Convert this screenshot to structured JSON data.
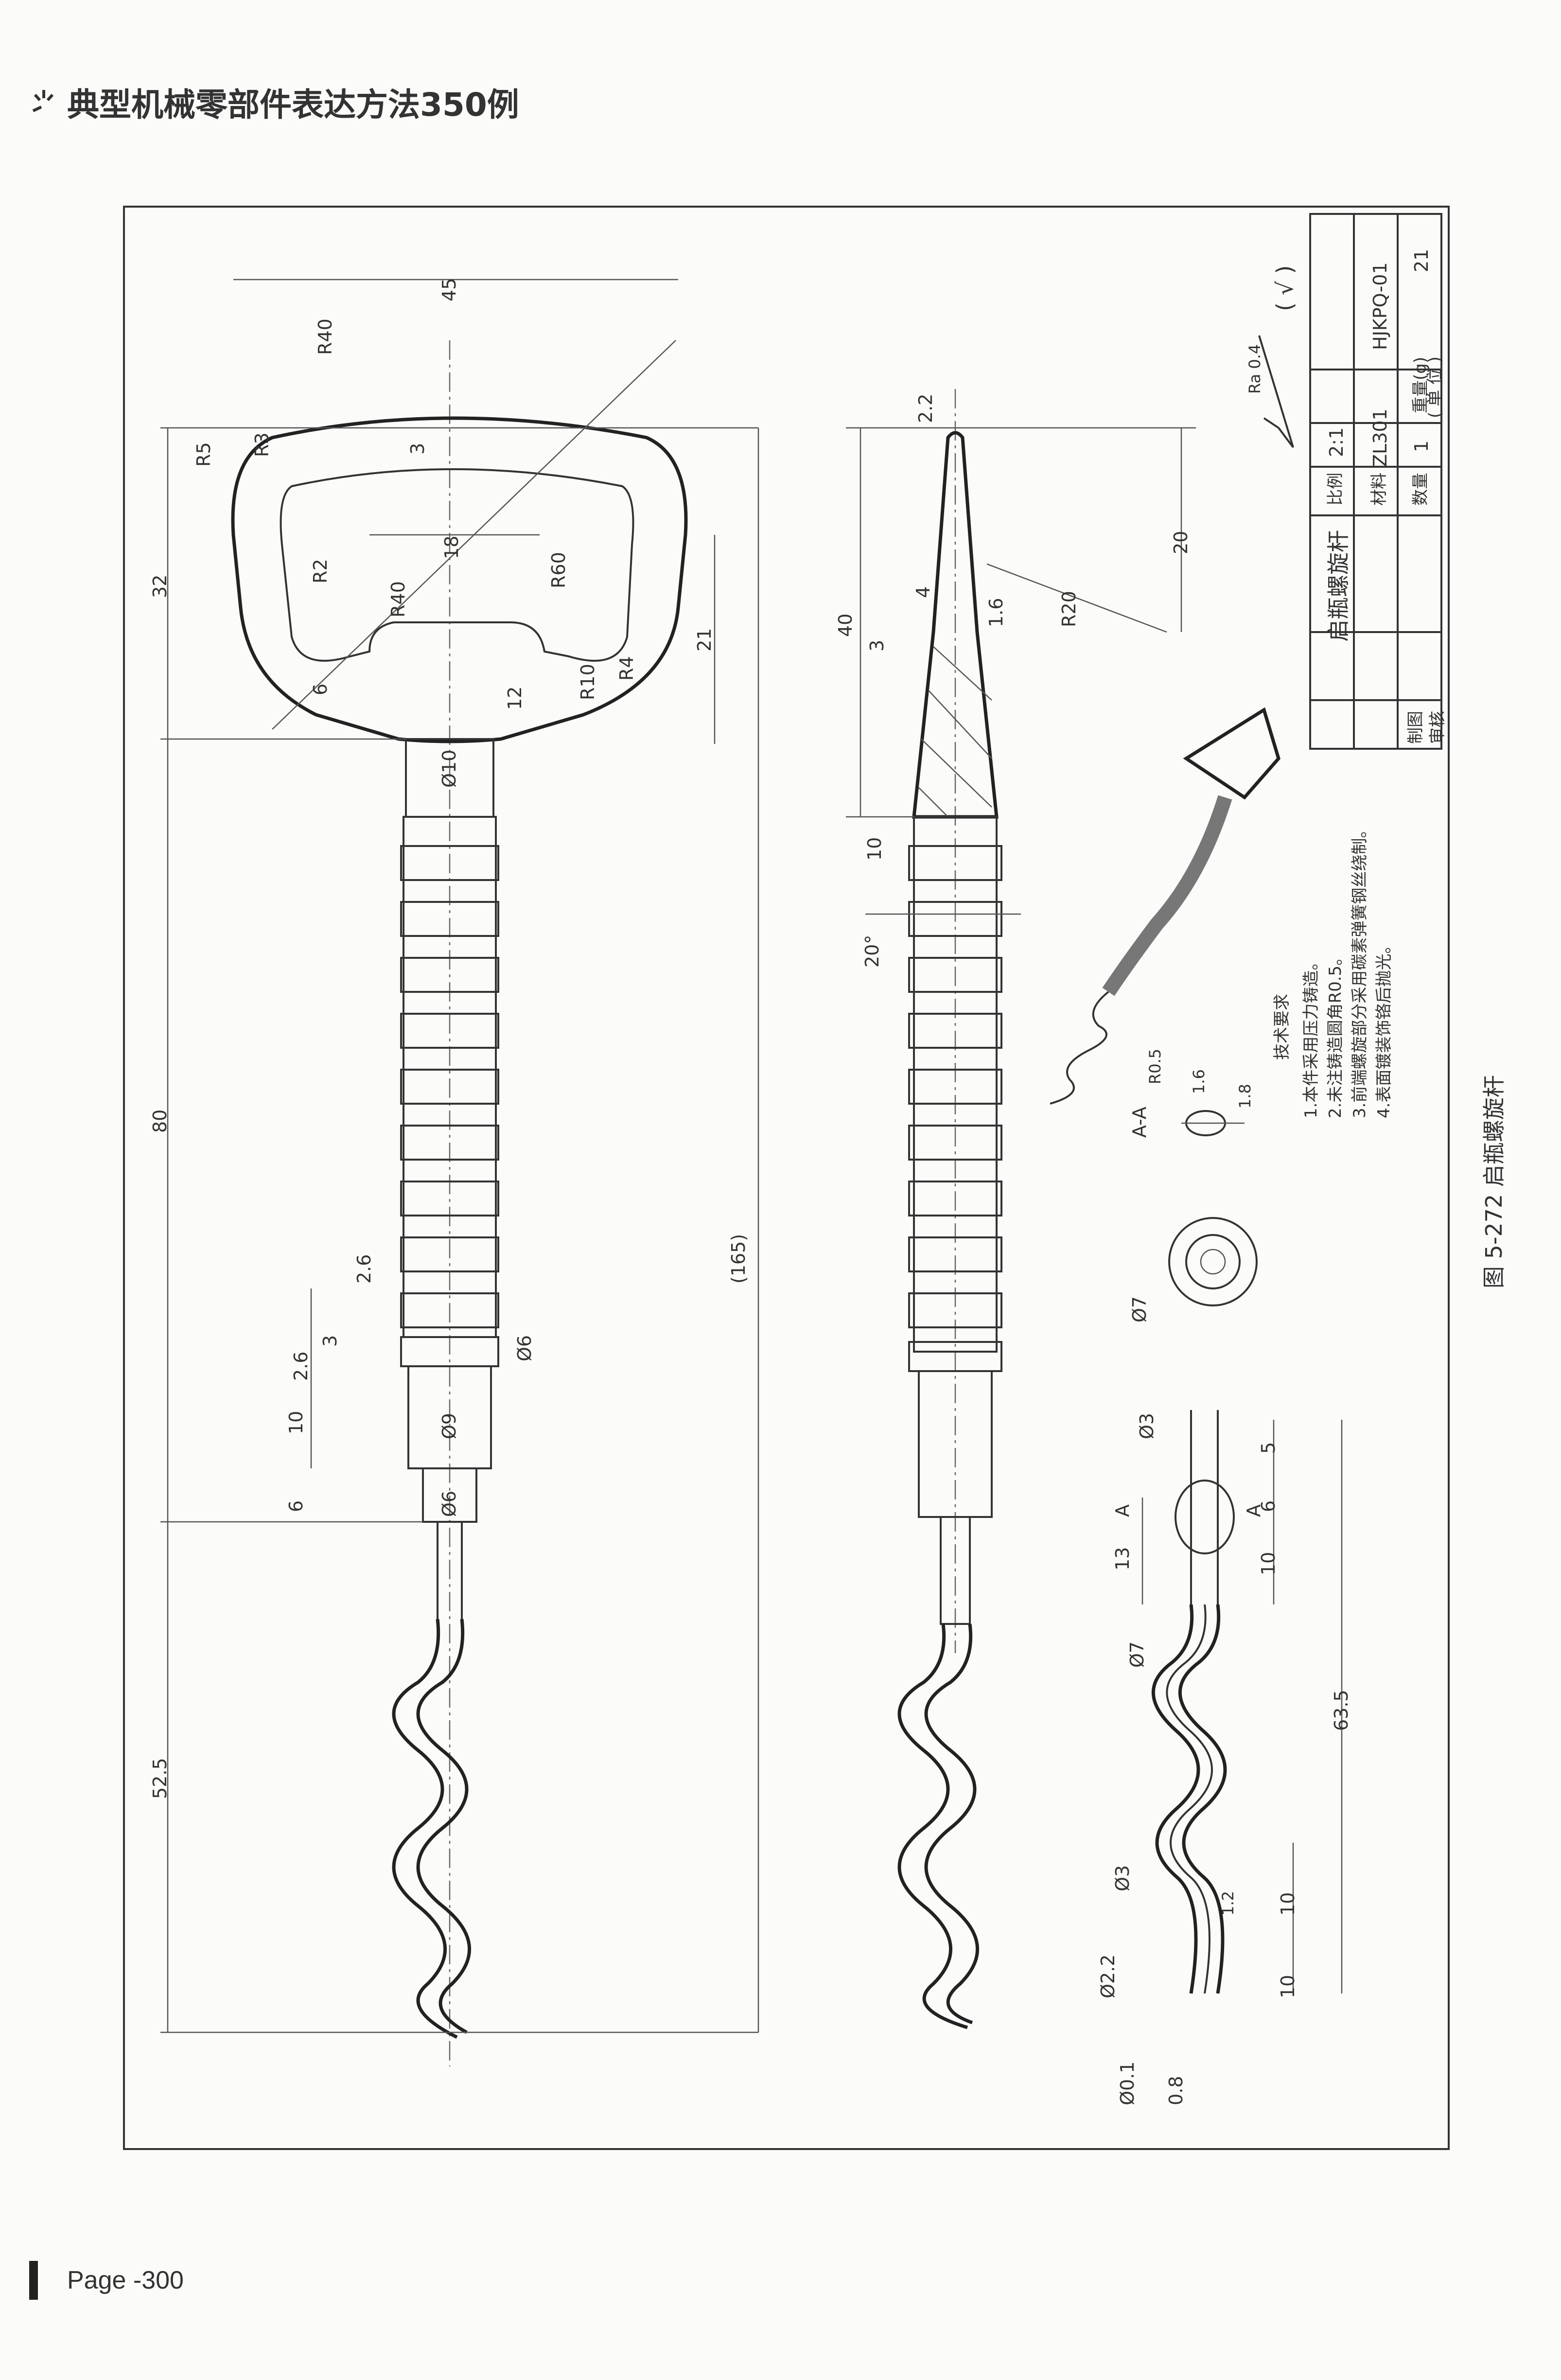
{
  "header": {
    "book_title": "典型机械零部件表达方法350例"
  },
  "footer": {
    "page_label": "Page -300"
  },
  "figure": {
    "caption": "图 5-272  启瓶螺旋杆"
  },
  "title_block": {
    "part_name": "启瓶螺旋杆",
    "drawing_no": "HJKPQ-01",
    "scale_label": "比例",
    "scale_value": "2:1",
    "material_label": "材料",
    "material_value": "ZL301",
    "quantity_label": "数量",
    "quantity_value": "1",
    "weight_label": "重量(g)",
    "weight_value": "21",
    "unit_label": "( 单 位 )",
    "drawn_label": "制图",
    "check_label": "审核",
    "roughness": "Ra 0.4",
    "roughness_note": "( √ )"
  },
  "technical_requirements": {
    "heading": "技术要求",
    "items": [
      "1.本件采用压力铸造。",
      "2.未注铸造圆角R0.5。",
      "3.前端螺旋部分采用碳素弹簧钢丝绕制。",
      "4.表面镀装饰铬后抛光。"
    ]
  },
  "section_label": "A-A",
  "section_mark": "A",
  "dimensions": {
    "top_view": [
      "45",
      "R40",
      "R5",
      "R3",
      "3",
      "18",
      "R2",
      "R40",
      "R60",
      "6",
      "12",
      "R10",
      "R4",
      "21",
      "32",
      "Ø10",
      "80",
      "2.6",
      "3",
      "2.6",
      "Ø6",
      "10",
      "Ø9",
      "6",
      "Ø6",
      "(165)",
      "52.5"
    ],
    "side_view": [
      "2.2",
      "20",
      "40",
      "4",
      "3",
      "R20",
      "1.6",
      "10",
      "20°"
    ],
    "detail_view": [
      "R0.5",
      "1.8",
      "1.6",
      "Ø7",
      "Ø3",
      "5",
      "6",
      "13",
      "10",
      "Ø7",
      "63.5",
      "Ø3",
      "10",
      "Ø2.2",
      "10",
      "Ø0.1",
      "0.8",
      "1.2"
    ]
  }
}
